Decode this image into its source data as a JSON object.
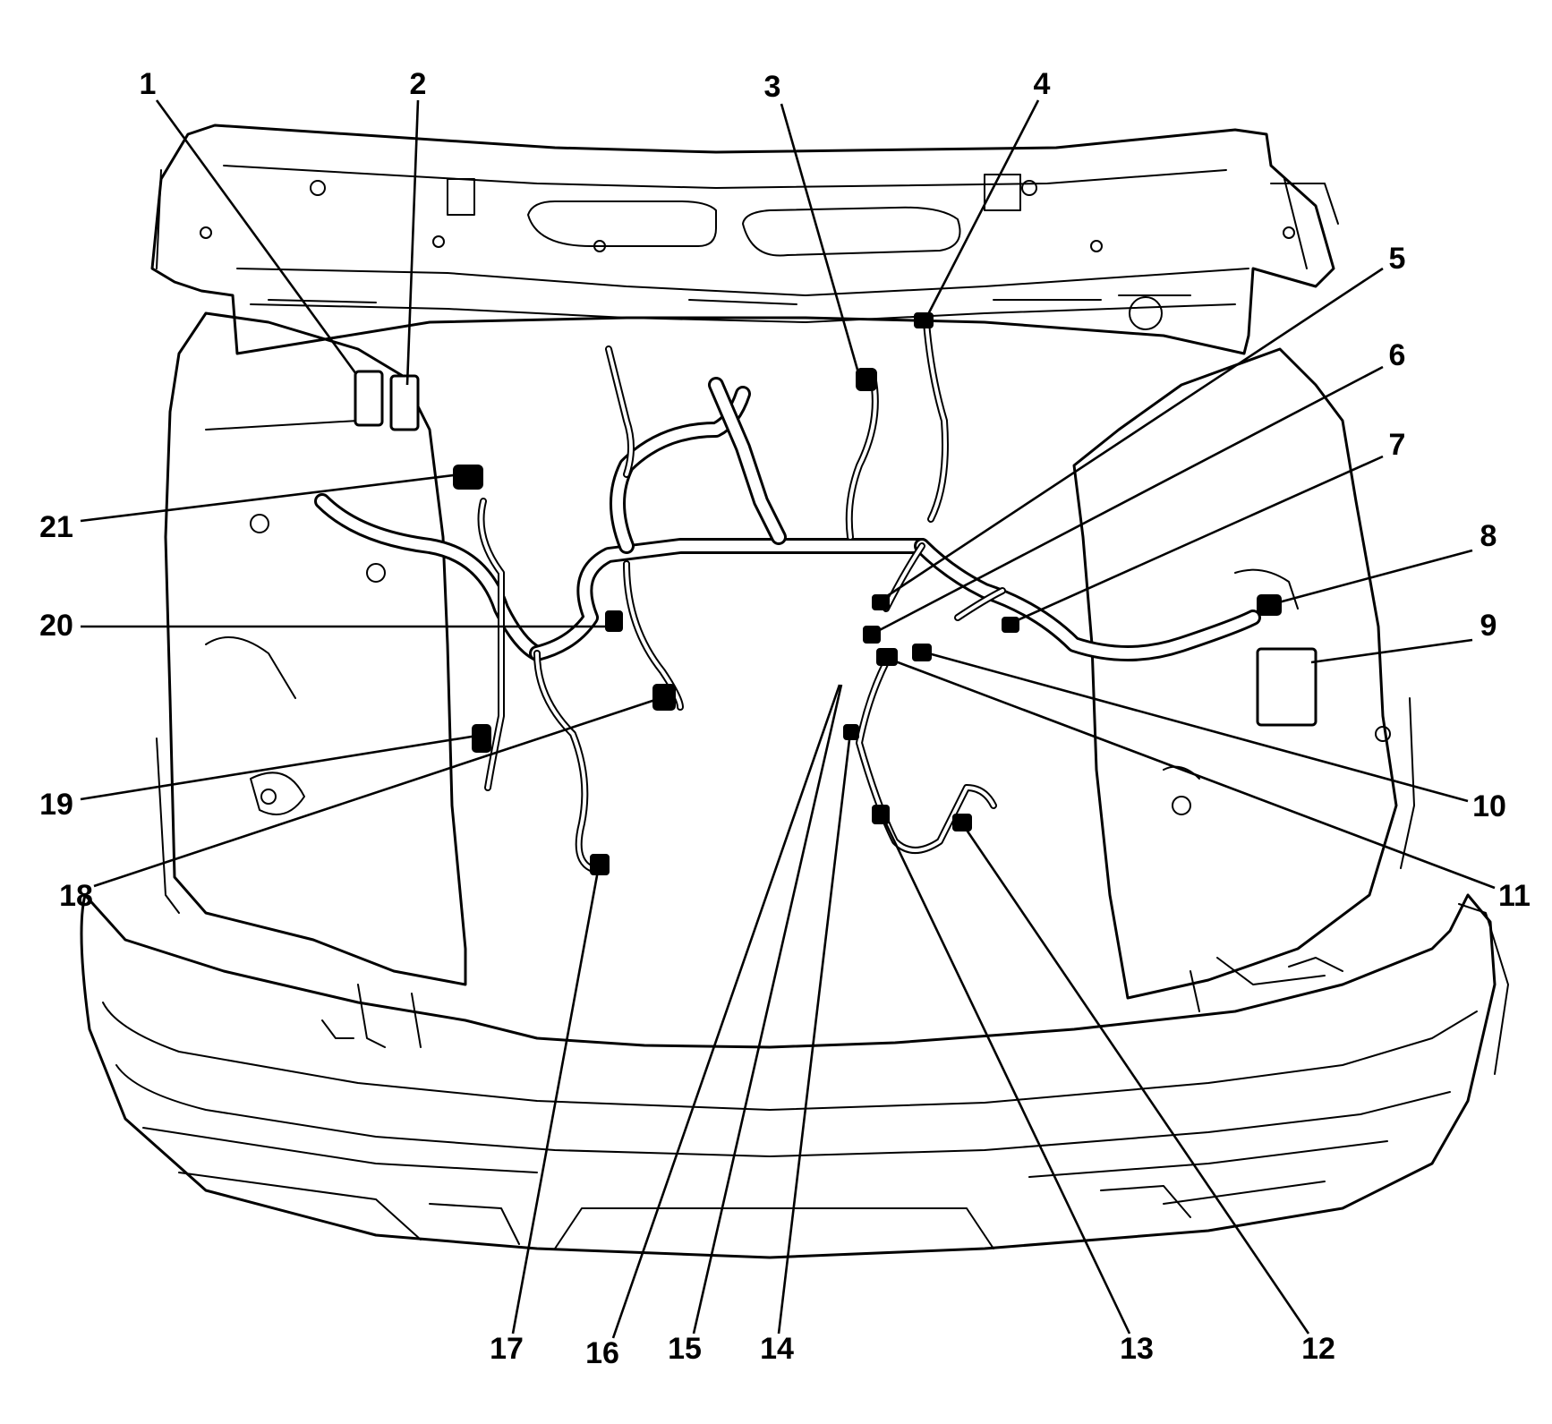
{
  "figure": {
    "type": "component-locator",
    "colors": {
      "line": "#000000",
      "background": "#ffffff"
    }
  },
  "callouts": [
    {
      "id": "1",
      "label": "1"
    },
    {
      "id": "2",
      "label": "2"
    },
    {
      "id": "3",
      "label": "3"
    },
    {
      "id": "4",
      "label": "4"
    },
    {
      "id": "5",
      "label": "5"
    },
    {
      "id": "6",
      "label": "6"
    },
    {
      "id": "7",
      "label": "7"
    },
    {
      "id": "8",
      "label": "8"
    },
    {
      "id": "9",
      "label": "9"
    },
    {
      "id": "10",
      "label": "10"
    },
    {
      "id": "11",
      "label": "11"
    },
    {
      "id": "12",
      "label": "12"
    },
    {
      "id": "13",
      "label": "13"
    },
    {
      "id": "14",
      "label": "14"
    },
    {
      "id": "15",
      "label": "15"
    },
    {
      "id": "16",
      "label": "16"
    },
    {
      "id": "17",
      "label": "17"
    },
    {
      "id": "18",
      "label": "18"
    },
    {
      "id": "19",
      "label": "19"
    },
    {
      "id": "20",
      "label": "20"
    },
    {
      "id": "21",
      "label": "21"
    }
  ]
}
